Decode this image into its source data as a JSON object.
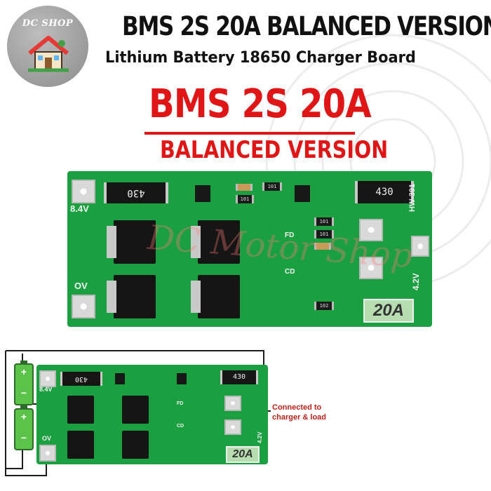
{
  "logo": {
    "text": "DC SHOP",
    "icon": "house-icon"
  },
  "header": {
    "title": "BMS 2S 20A BALANCED VERSION",
    "subtitle": "Lithium Battery 18650 Charger Board"
  },
  "hero": {
    "line1": "BMS 2S 20A",
    "line2": "BALANCED VERSION",
    "accent": "#e01515"
  },
  "board": {
    "resistor_left": "430",
    "resistor_right": "430",
    "label_84v": "8.4V",
    "label_0v": "OV",
    "label_42v": "4.2V",
    "label_model": "HW-391",
    "label_fd": "FD",
    "label_cd": "CD",
    "badge": "20A",
    "smd_codes": [
      "101",
      "101",
      "101",
      "101",
      "102"
    ],
    "pcb_color": "#1aa041"
  },
  "watermark": "DC Motor Shop",
  "diagram": {
    "plus": "+",
    "minus": "−",
    "note": "Connected to charger & load"
  }
}
